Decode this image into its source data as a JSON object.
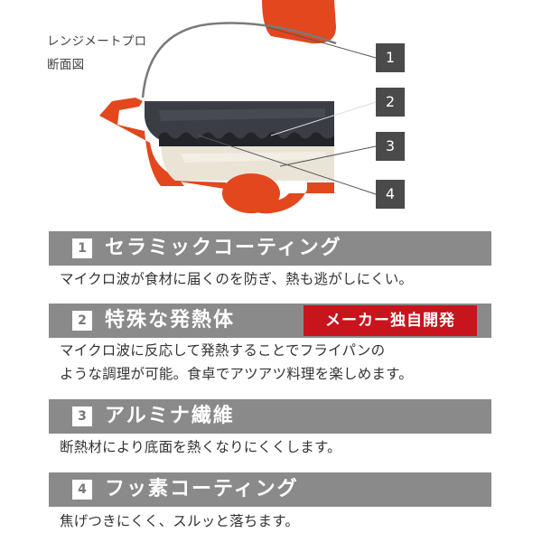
{
  "diagram": {
    "caption_line1": "レンジメートプロ",
    "caption_line2": "断面図",
    "callouts": [
      "1",
      "2",
      "3",
      "4"
    ],
    "colors": {
      "lid_orange": "#e2471e",
      "heater_dark": "#3a3d44",
      "insulation": "#e9e4d6",
      "callout_bg": "#4a4a4a"
    }
  },
  "sections": [
    {
      "num": "1",
      "title": "セラミックコーティング",
      "desc": "マイクロ波が食材に届くのを防ぎ、熱も逃がしにくい。"
    },
    {
      "num": "2",
      "title": "特殊な発熱体",
      "badge": "メーカー独自開発",
      "desc_line1": "マイクロ波に反応して発熱することでフライパンの",
      "desc_line2": "ような調理が可能。食卓でアツアツ料理を楽しめます。"
    },
    {
      "num": "3",
      "title": "アルミナ繊維",
      "desc": "断熱材により底面を熱くなりにくくします。"
    },
    {
      "num": "4",
      "title": "フッ素コーティング",
      "desc": "焦げつきにくく、スルッと落ちます。"
    }
  ],
  "colors": {
    "header_bar": "#8a8a8a",
    "badge_red": "#c8141c"
  }
}
